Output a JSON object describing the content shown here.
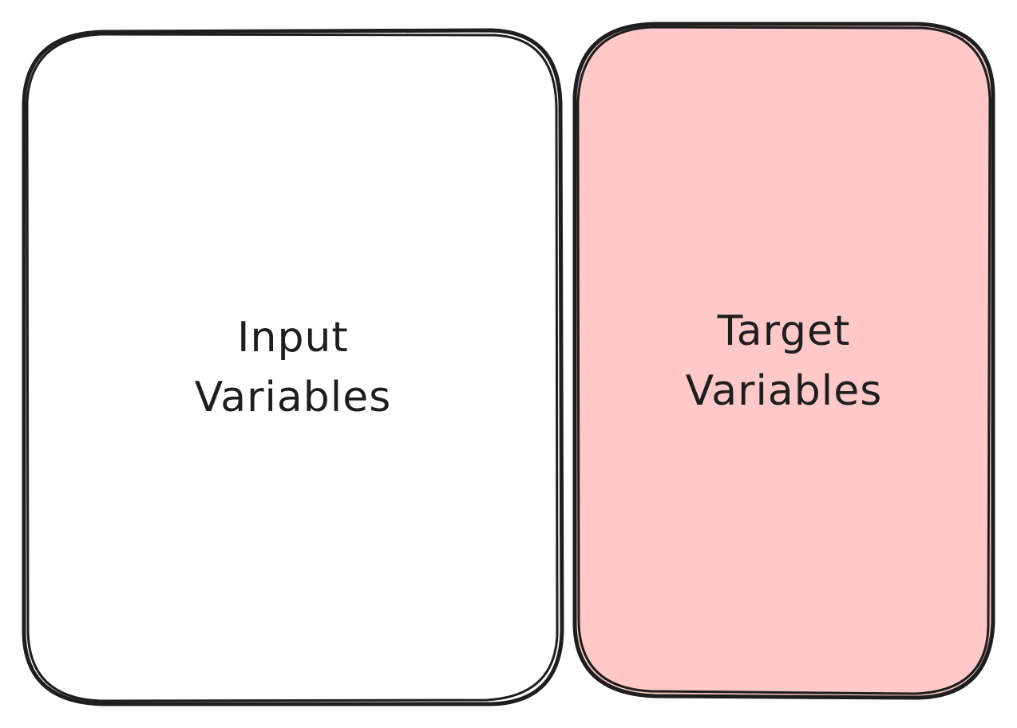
{
  "boxes": [
    {
      "id": "input",
      "label_line1": "Input",
      "label_line2": "Variables",
      "fill": "#ffffff"
    },
    {
      "id": "target",
      "label_line1": "Target",
      "label_line2": "Variables",
      "fill": "#ffc9c9"
    }
  ],
  "colors": {
    "stroke": "#1e1e1e",
    "background": "#ffffff"
  }
}
